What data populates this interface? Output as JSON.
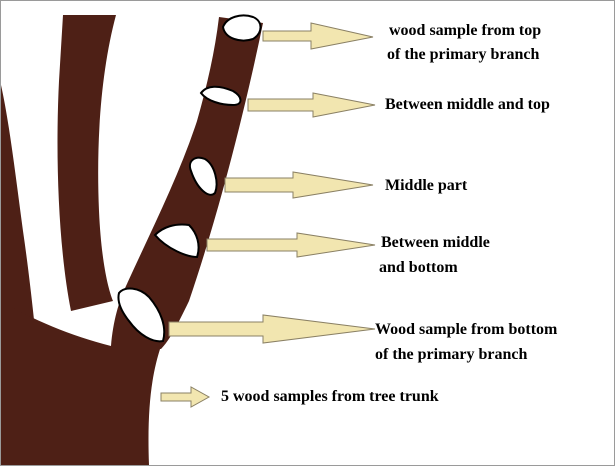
{
  "labels": {
    "top_line1": "wood sample from top",
    "top_line2": "of the primary branch",
    "mid_top": "Between middle and top",
    "middle": "Middle part",
    "mid_bottom_line1": "Between middle",
    "mid_bottom_line2": "and bottom",
    "bottom_line1": "Wood sample from bottom",
    "bottom_line2": "of the primary branch",
    "trunk": "5 wood samples from tree trunk"
  },
  "colors": {
    "wood": "#4e2016",
    "arrow_fill": "#f2e6b0",
    "arrow_stroke": "#8a8064",
    "cut_fill": "#ffffff"
  }
}
